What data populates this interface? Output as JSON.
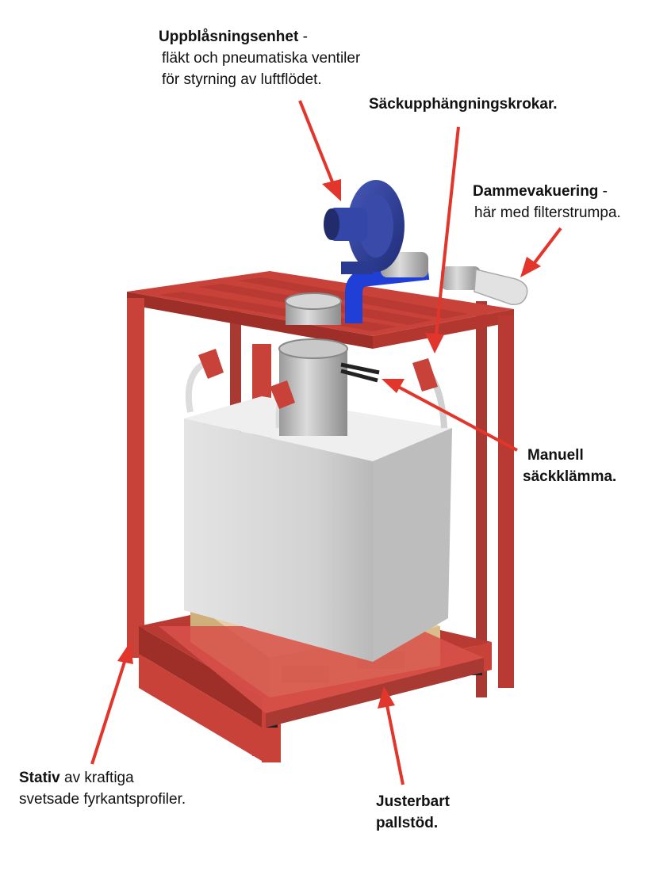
{
  "labels": {
    "inflation_unit": {
      "title": "Uppblåsningsenhet",
      "suffix": " -",
      "line2": "fläkt och pneumatiska ventiler",
      "line3": "för styrning av luftflödet."
    },
    "bag_hooks": {
      "title": "Säckupphängningskrokar."
    },
    "dust_evacuation": {
      "title": "Dammevakuering",
      "suffix": " -",
      "line2": "här med filterstrumpa."
    },
    "bag_clamp": {
      "line1": "Manuell",
      "line2": "säckklämma."
    },
    "frame": {
      "title": "Stativ",
      "suffix": " av kraftiga",
      "line2": "svetsade fyrkantsprofiler."
    },
    "pallet_support": {
      "line1": "Justerbart",
      "line2": "pallstöd."
    }
  },
  "colors": {
    "frame_red": "#c9423a",
    "frame_red_dark": "#9e2f28",
    "arrow_red": "#e2352b",
    "fan_blue": "#2e3f9c",
    "pipe_blue": "#1f3fd6",
    "bag_grey": "#d8d8d8",
    "pallet_wood": "#e6cfa6",
    "steel": "#b8b8b8"
  }
}
